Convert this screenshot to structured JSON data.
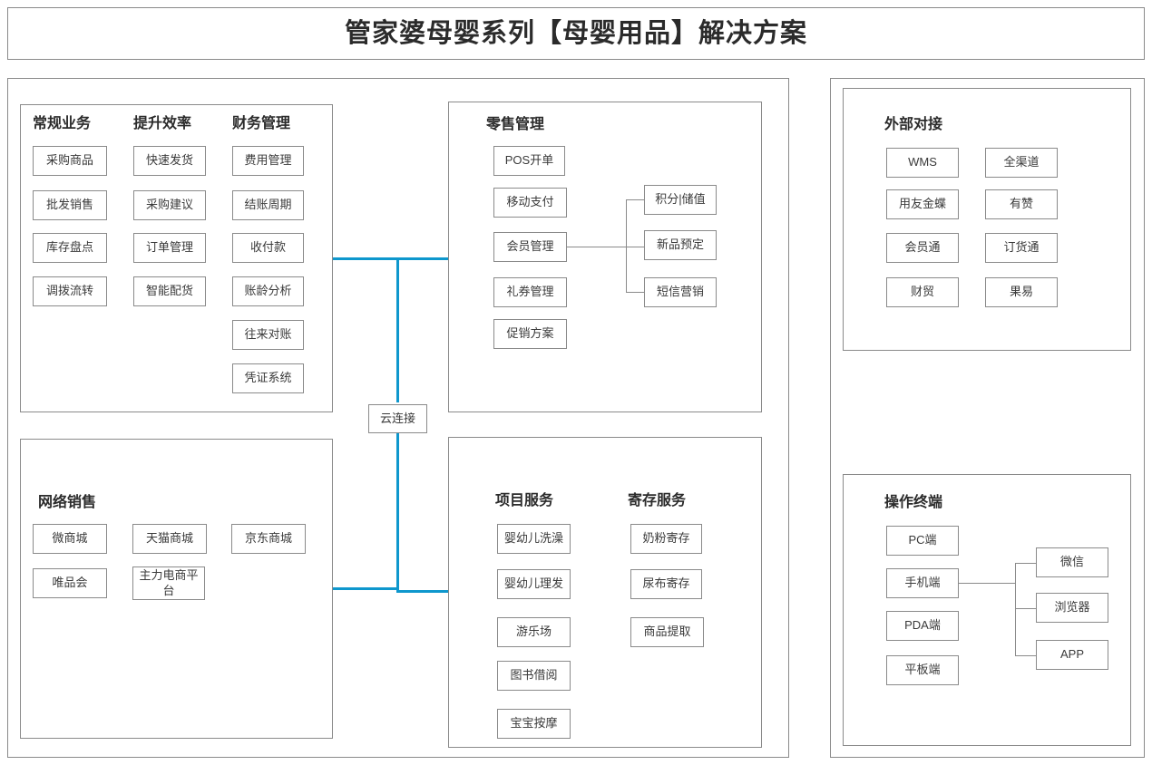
{
  "title": "管家婆母婴系列【母婴用品】解决方案",
  "accent_color": "#0e97cd",
  "border_color": "#8a8a8a",
  "hub": {
    "label": "云连接"
  },
  "panels": {
    "core": {
      "groups": [
        {
          "title": "常规业务",
          "items": [
            "采购商品",
            "批发销售",
            "库存盘点",
            "调拨流转"
          ]
        },
        {
          "title": "提升效率",
          "items": [
            "快速发货",
            "采购建议",
            "订单管理",
            "智能配货"
          ]
        },
        {
          "title": "财务管理",
          "items": [
            "费用管理",
            "结账周期",
            "收付款",
            "账龄分析",
            "往来对账",
            "凭证系统"
          ]
        }
      ]
    },
    "online": {
      "groups": [
        {
          "title": "网络销售",
          "items": [
            "微商城",
            "天猫商城",
            "京东商城",
            "唯品会",
            "主力电商平台"
          ]
        }
      ]
    },
    "retail": {
      "groups": [
        {
          "title": "零售管理",
          "items": [
            "POS开单",
            "移动支付",
            "会员管理",
            "礼券管理",
            "促销方案"
          ]
        }
      ],
      "children": {
        "parent": "会员管理",
        "items": [
          "积分|储值",
          "新品预定",
          "短信营销"
        ]
      }
    },
    "service": {
      "groups": [
        {
          "title": "项目服务",
          "items": [
            "婴幼儿洗澡",
            "婴幼儿理发",
            "游乐场",
            "图书借阅",
            "宝宝按摩"
          ]
        },
        {
          "title": "寄存服务",
          "items": [
            "奶粉寄存",
            "尿布寄存",
            "商品提取"
          ]
        }
      ]
    },
    "external": {
      "groups": [
        {
          "title": "外部对接",
          "items": [
            "WMS",
            "全渠道",
            "用友金蝶",
            "有赞",
            "会员通",
            "订货通",
            "财贸",
            "果易"
          ]
        }
      ]
    },
    "terminal": {
      "groups": [
        {
          "title": "操作终端",
          "items": [
            "PC端",
            "手机端",
            "PDA端",
            "平板端"
          ]
        }
      ],
      "children": {
        "parent": "手机端",
        "items": [
          "微信",
          "浏览器",
          "APP"
        ]
      }
    }
  }
}
